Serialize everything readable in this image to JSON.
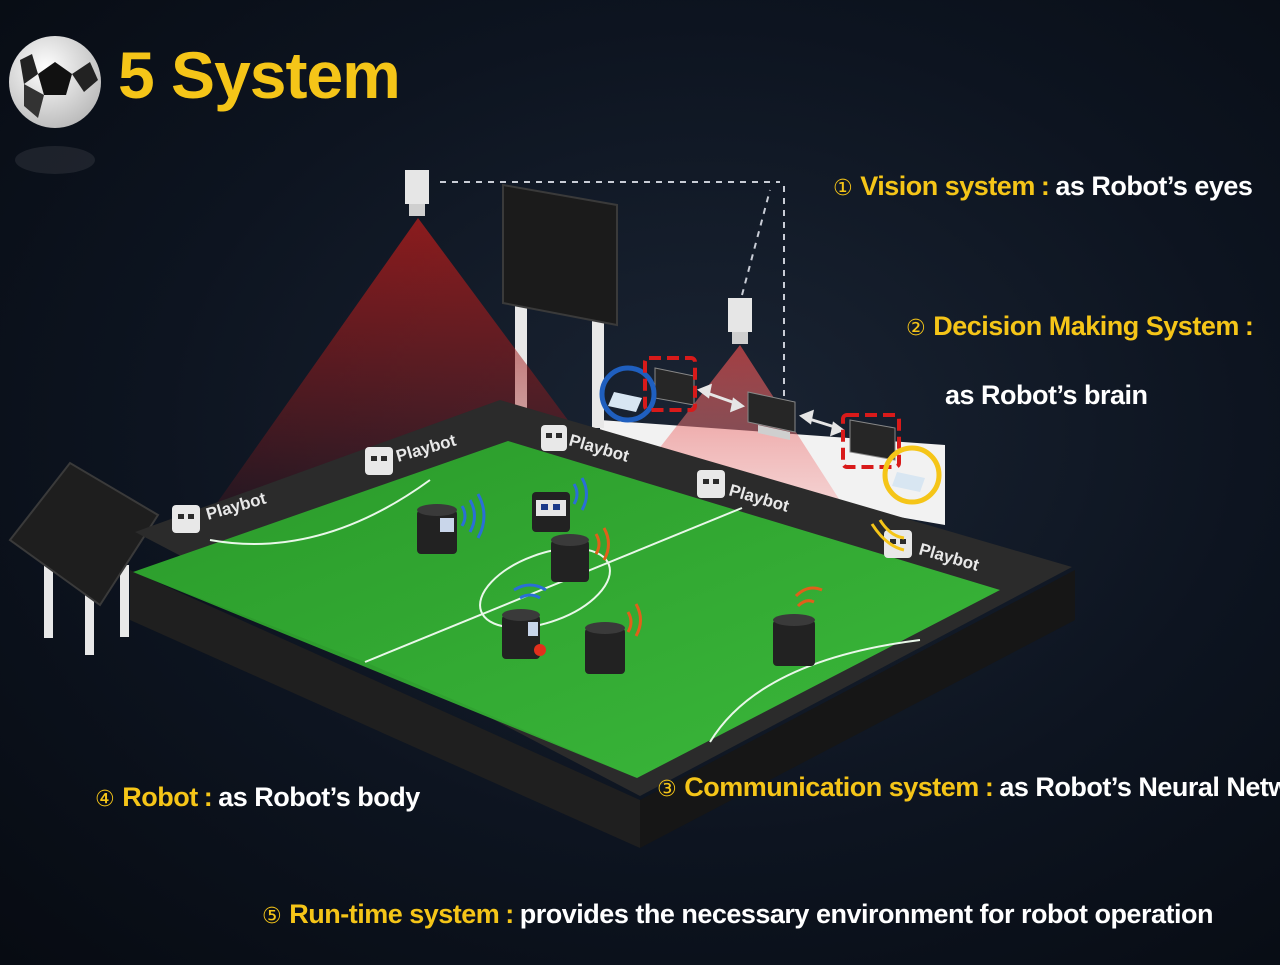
{
  "title": "5 System",
  "brand_label": "Playbot",
  "systems": [
    {
      "num": "①",
      "name": "Vision system",
      "sep": ":",
      "desc": "as Robot’s eyes"
    },
    {
      "num": "②",
      "name": "Decision Making System",
      "sep": ":",
      "desc": "as Robot’s brain"
    },
    {
      "num": "③",
      "name": "Communication system",
      "sep": ":",
      "desc": "as Robot’s Neural Network"
    },
    {
      "num": "④",
      "name": "Robot",
      "sep": ":",
      "desc": "as Robot’s body"
    },
    {
      "num": "⑤",
      "name": "Run-time system",
      "sep": ":",
      "desc": "provides the necessary environment for robot operation"
    }
  ],
  "colors": {
    "accent": "#f5c518",
    "field": "#2fa82f",
    "wall": "#2b2b2b",
    "camera_beam": "#8e1c1c",
    "highlight_blue": "#1f5fbf",
    "highlight_yellow": "#f5c518",
    "highlight_red": "#d81a1a",
    "signal_blue": "#2a6fd6",
    "signal_orange": "#e0601a"
  },
  "icons": [
    "soccer-ball-icon",
    "camera-icon",
    "scoreboard-icon",
    "computer-icon",
    "robot-icon",
    "wifi-signal-icon"
  ]
}
